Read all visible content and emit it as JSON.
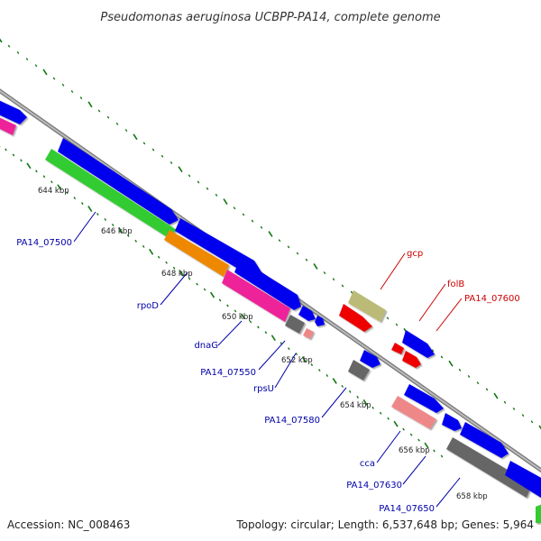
{
  "title": "Pseudomonas aeruginosa UCBPP-PA14, complete genome",
  "footer": {
    "accession": "Accession: NC_008463",
    "topology": "Topology: circular; Length: 6,537,648 bp; Genes: 5,964"
  },
  "kbp_labels": [
    "644 kbp",
    "646 kbp",
    "648 kbp",
    "650 kbp",
    "652 kbp",
    "654 kbp",
    "656 kbp",
    "658 kbp"
  ],
  "gene_labels": {
    "blue": [
      "PA14_07500",
      "rpoD",
      "dnaG",
      "PA14_07550",
      "rpsU",
      "PA14_07580",
      "cca",
      "PA14_07630",
      "PA14_07650"
    ],
    "red": [
      "gcp",
      "folB",
      "PA14_07600"
    ]
  },
  "colors": {
    "blue_feature": "#0000ee",
    "green_feature": "#33cc33",
    "orange_feature": "#ee8800",
    "magenta_feature": "#ee2299",
    "gray_feature": "#666666",
    "pink_feature": "#ee8888",
    "olive_feature": "#bbbb77",
    "red_feature": "#ee0000",
    "tick_green": "#117711",
    "backbone": "#888888",
    "blue_label": "#0000aa",
    "red_label": "#cc0000"
  }
}
